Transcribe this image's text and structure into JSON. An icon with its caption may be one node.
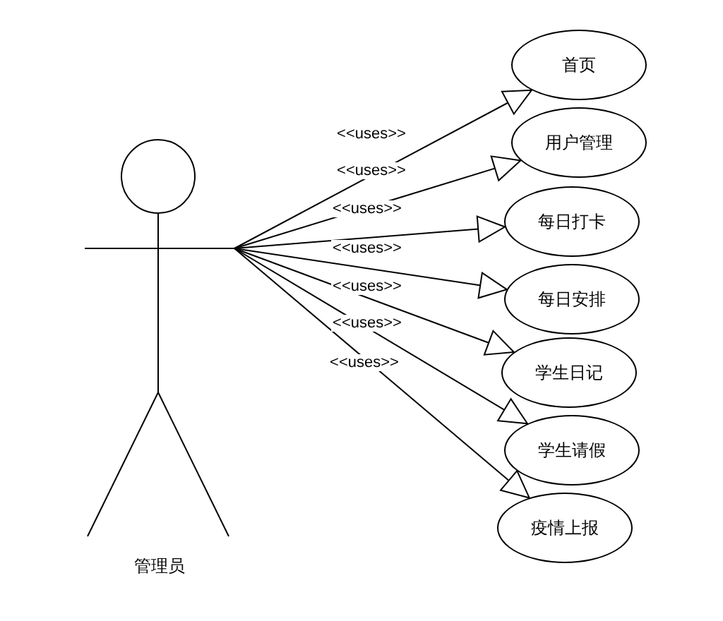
{
  "diagram": {
    "nodes": [
      {
        "text": [
          "管理员"
        ]
      },
      {
        "text": [
          "首页"
        ]
      },
      {
        "text": [
          "用户管理"
        ]
      },
      {
        "text": [
          "每日打卡"
        ]
      },
      {
        "text": [
          "每日安排"
        ]
      },
      {
        "text": [
          "学生日记"
        ]
      },
      {
        "text": [
          "学生请假"
        ]
      },
      {
        "text": [
          "疫情上报"
        ]
      }
    ],
    "edges": [
      {
        "from": 0,
        "to": 1,
        "arrow": "to",
        "label": "<<uses>>"
      },
      {
        "from": 0,
        "to": 2,
        "arrow": "to",
        "label": "<<uses>>"
      },
      {
        "from": 0,
        "to": 3,
        "arrow": "to",
        "label": "<<uses>>"
      },
      {
        "from": 0,
        "to": 4,
        "arrow": "to",
        "label": "<<uses>>"
      },
      {
        "from": 0,
        "to": 5,
        "arrow": "to",
        "label": "<<uses>>"
      },
      {
        "from": 0,
        "to": 6,
        "arrow": "to",
        "label": "<<uses>>"
      },
      {
        "from": 0,
        "to": 7,
        "arrow": "to",
        "label": "<<uses>>"
      }
    ]
  }
}
